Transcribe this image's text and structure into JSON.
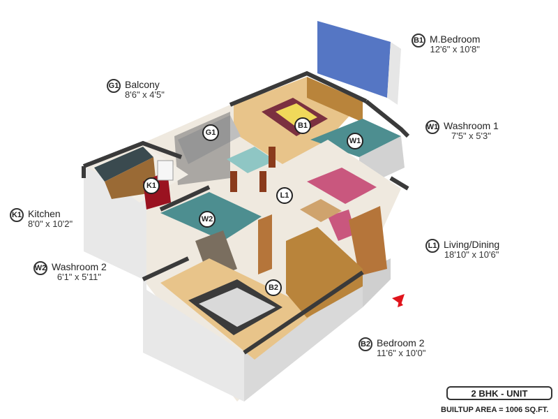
{
  "rooms": {
    "b1": {
      "code": "B1",
      "name": "M.Bedroom",
      "dim": "12'6\" x 10'8\""
    },
    "g1": {
      "code": "G1",
      "name": "Balcony",
      "dim": "8'6\" x 4'5\""
    },
    "w1": {
      "code": "W1",
      "name": "Washroom 1",
      "dim": "7'5\" x 5'3\""
    },
    "k1": {
      "code": "K1",
      "name": "Kitchen",
      "dim": "8'0\" x 10'2\""
    },
    "l1": {
      "code": "L1",
      "name": "Living/Dining",
      "dim": "18'10\" x 10'6\""
    },
    "w2": {
      "code": "W2",
      "name": "Washroom 2",
      "dim": "6'1\" x 5'11\""
    },
    "b2": {
      "code": "B2",
      "name": "Bedroom 2",
      "dim": "11'6\" x 10'0\""
    }
  },
  "unit": {
    "type": "2 BHK - UNIT",
    "area": "BUILTUP AREA = 1006 SQ.FT."
  },
  "colors": {
    "entry_arrow": "#e0141c",
    "wall": "#3a3a3a",
    "floor_wood": "#e8c48a",
    "sofa": "#c9577e",
    "sky_glass": "#5576c4"
  }
}
